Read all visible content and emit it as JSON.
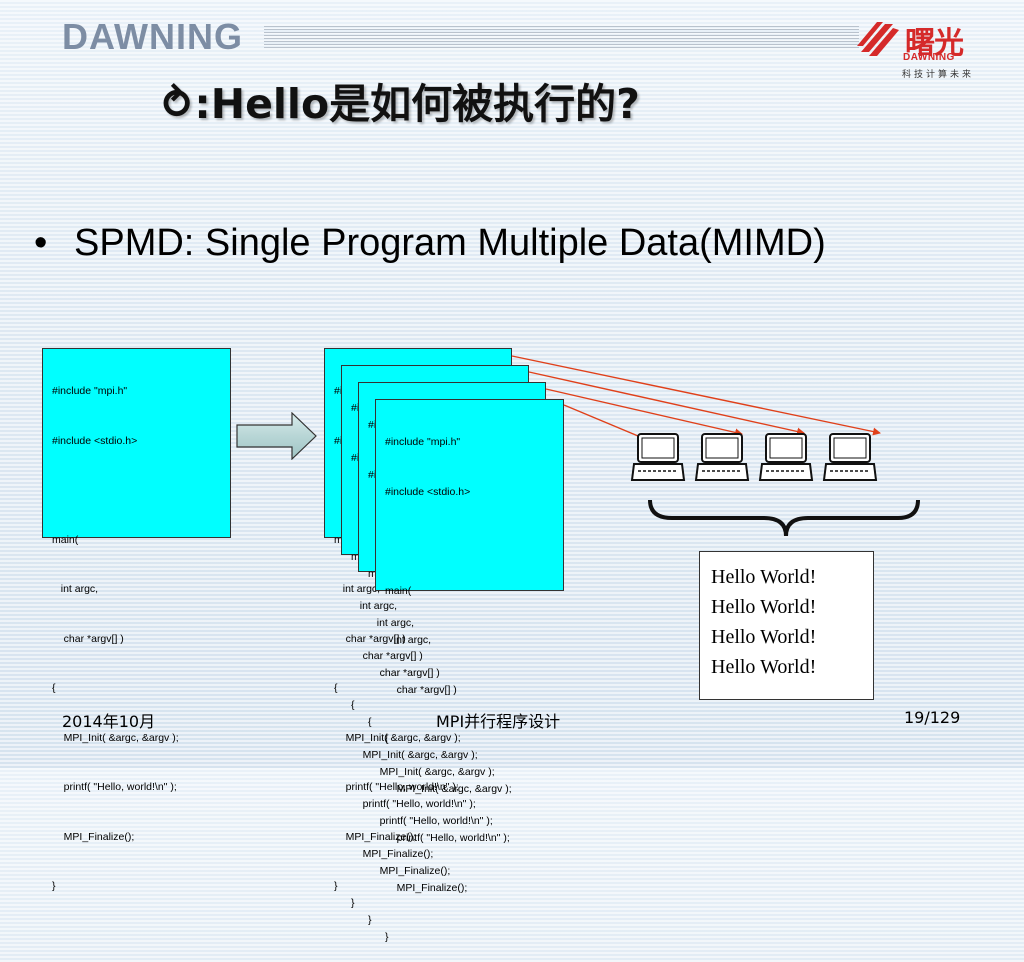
{
  "header": {
    "brand": "DAWNING",
    "logo_cn": "曙光",
    "logo_en": "DAWNING",
    "logo_sub": "科技计算未来"
  },
  "title": "⥁:Hello是如何被执行的?",
  "bullet": "SPMD: Single Program Multiple Data(MIMD)",
  "code_lines": [
    "#include \"mpi.h\"",
    "#include <stdio.h>",
    "",
    "main(",
    "   int argc,",
    "    char *argv[] )",
    "{",
    "    MPI_Init( &argc, &argv );",
    "    printf( \"Hello, world!\\n\" );",
    "    MPI_Finalize();",
    "}"
  ],
  "output_lines": [
    "Hello World!",
    "Hello World!",
    "Hello World!",
    "Hello World!"
  ],
  "footer": {
    "date": "2014年10月",
    "course": "MPI并行程序设计",
    "page": "19/129"
  },
  "colors": {
    "code_bg": "#00ffff",
    "arrow_red": "#e0401a",
    "brand": "#7d8da4",
    "logo_red": "#d52a2a"
  },
  "icons": [
    "computer-icon",
    "computer-icon",
    "computer-icon",
    "computer-icon",
    "right-arrow-icon",
    "curly-brace-icon"
  ]
}
